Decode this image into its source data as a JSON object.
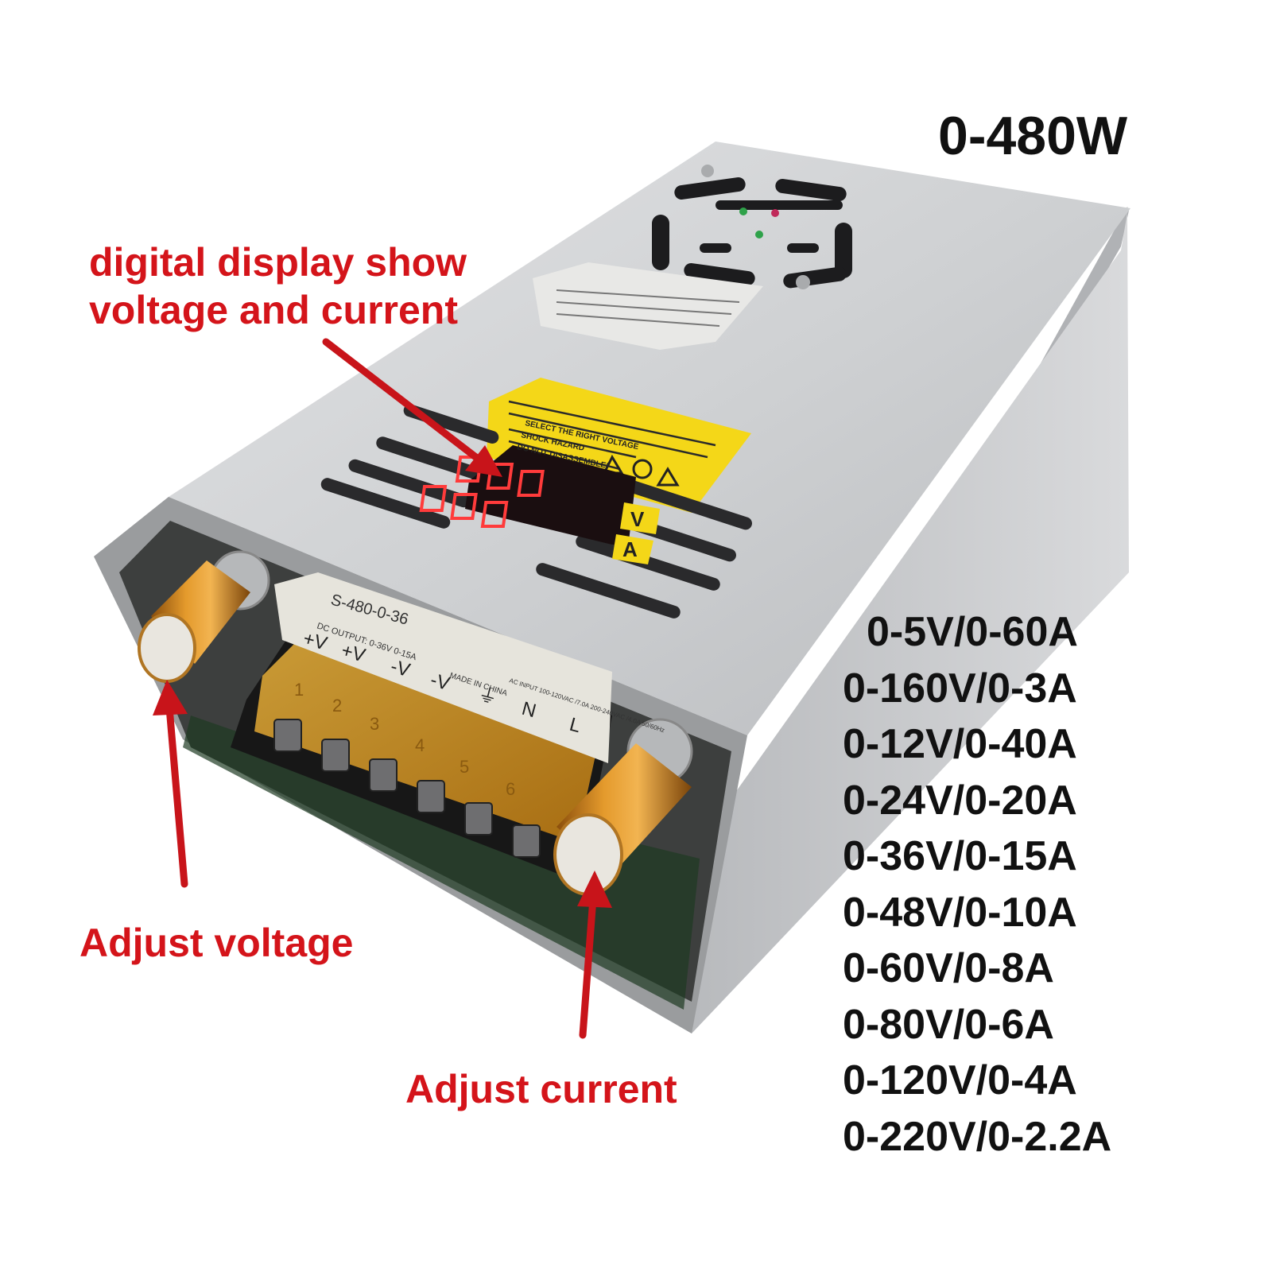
{
  "headline": "0-480W",
  "callouts": {
    "display": "digital display show voltage and current",
    "voltage": "Adjust voltage",
    "current": "Adjust current"
  },
  "product": {
    "model_label": "S-480-0-36",
    "output_label": "DC OUTPUT: 0-36V  0-15A",
    "terminal_labels": [
      "+V",
      "+V",
      "-V",
      "-V",
      "⏚",
      "N",
      "L"
    ],
    "terminal_numbers": [
      "1",
      "2",
      "3",
      "4",
      "5",
      "6"
    ],
    "display_units": [
      "V",
      "A"
    ],
    "warning_lines": [
      "SELECT THE RIGHT VOLTAGE",
      "SHOCK HAZARD",
      "DO NOT DISASSEMBLE!"
    ],
    "input_label": "AC INPUT 100-120VAC /7.0A 200-240VAC /4.0A 50/60Hz",
    "made_in": "MADE IN CHINA"
  },
  "specs": [
    "0-5V/0-60A",
    "0-160V/0-3A",
    "0-12V/0-40A",
    "0-24V/0-20A",
    "0-36V/0-15A",
    "0-48V/0-10A",
    "0-60V/0-8A",
    "0-80V/0-6A",
    "0-120V/0-4A",
    "0-220V/0-2.2A"
  ],
  "colors": {
    "callout_red": "#d4141a",
    "text_black": "#111111",
    "housing_silver": "#c9cbcd",
    "knob_orange": "#d6871e",
    "label_yellow": "#f4d718"
  }
}
